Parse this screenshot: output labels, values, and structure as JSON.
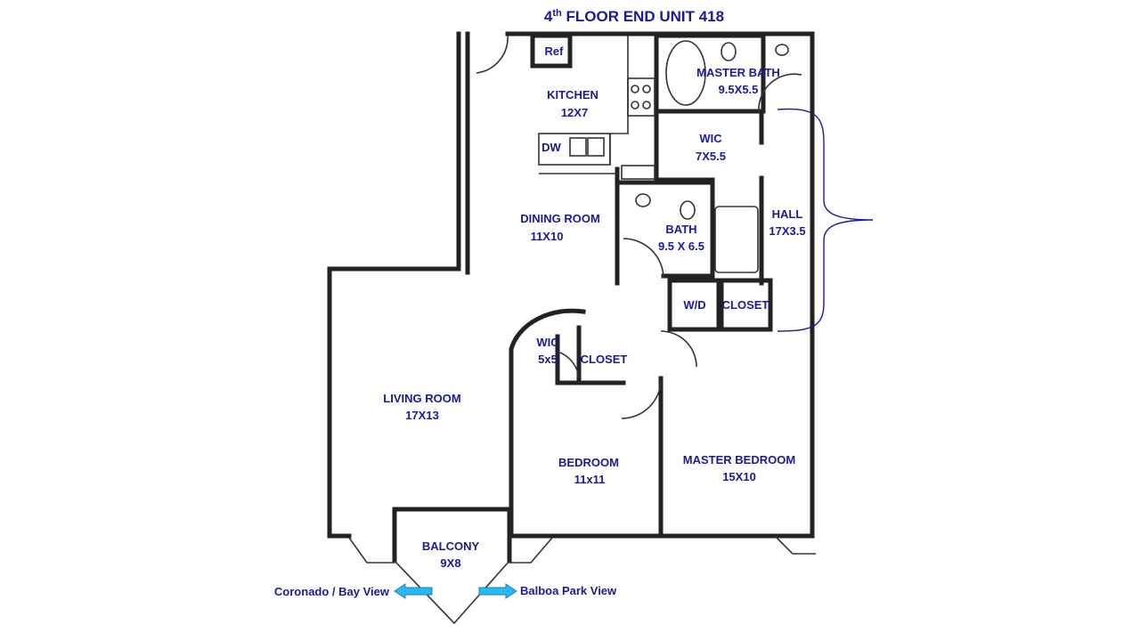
{
  "title": {
    "prefix": "4",
    "sup": "th",
    "rest": " FLOOR END UNIT 418"
  },
  "rooms": {
    "ref": "Ref",
    "kitchen": {
      "name": "KITCHEN",
      "size": "12X7"
    },
    "dw": "DW",
    "master_bath": {
      "name": "MASTER BATH",
      "size": "9.5X5.5"
    },
    "wic_master": {
      "name": "WIC",
      "size": "7X5.5"
    },
    "dining": {
      "name": "DINING ROOM",
      "size": "11X10"
    },
    "bath": {
      "name": "BATH",
      "size": "9.5 X 6.5"
    },
    "hall": {
      "name": "HALL",
      "size": "17X3.5"
    },
    "wd": "W/D",
    "closet_hall": "CLOSET",
    "wic_small": {
      "name": "WIC",
      "size": "5x5"
    },
    "closet_bed": "CLOSET",
    "living": {
      "name": "LIVING ROOM",
      "size": "17X13"
    },
    "bedroom": {
      "name": "BEDROOM",
      "size": "11x11"
    },
    "master_bedroom": {
      "name": "MASTER BEDROOM",
      "size": "15X10"
    },
    "balcony": {
      "name": "BALCONY",
      "size": "9X8"
    }
  },
  "views": {
    "left": "Coronado / Bay View",
    "right": "Balboa Park View"
  },
  "colors": {
    "label": "#1a1a9c",
    "arrow": "#2ab8f0",
    "bracket": "#1a1a9c"
  }
}
